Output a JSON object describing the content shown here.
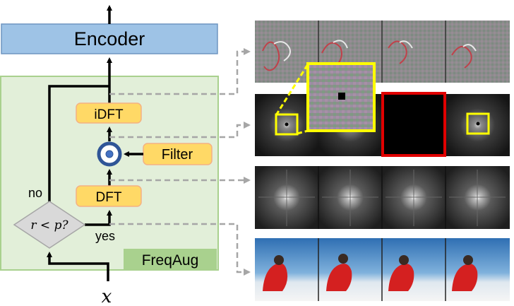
{
  "encoder": {
    "label": "Encoder"
  },
  "freqaug": {
    "label": "FreqAug"
  },
  "idft": {
    "label": "iDFT"
  },
  "dft": {
    "label": "DFT"
  },
  "filter": {
    "label": "Filter"
  },
  "decision": {
    "label": "r < p?",
    "no_label": "no",
    "yes_label": "yes"
  },
  "input": {
    "label": "x"
  },
  "colors": {
    "encoder_fill": "#9ec3e6",
    "encoder_stroke": "#6f95c1",
    "freqaug_fill": "#e2efd9",
    "freqaug_stroke": "#a9d18e",
    "freqaug_label_fill": "#a9d18e",
    "module_fill": "#ffd966",
    "module_stroke": "#f4b183",
    "filter_ring": "#2f5597",
    "filter_center": "#4472c4",
    "decision_fill": "#d9d9d9",
    "dashed_arrow": "#a6a6a6",
    "highlight_yellow": "#ffff00",
    "highlight_red": "#e00000"
  },
  "strips": [
    {
      "name": "strip-filtered-video",
      "kind": "filtered-video-frames",
      "frames": 4
    },
    {
      "name": "strip-filtered-spectrum",
      "kind": "filtered-spectrum",
      "frames": 4
    },
    {
      "name": "strip-spectrum",
      "kind": "spectrum",
      "frames": 4
    },
    {
      "name": "strip-input-video",
      "kind": "input-video-frames",
      "frames": 4
    }
  ]
}
